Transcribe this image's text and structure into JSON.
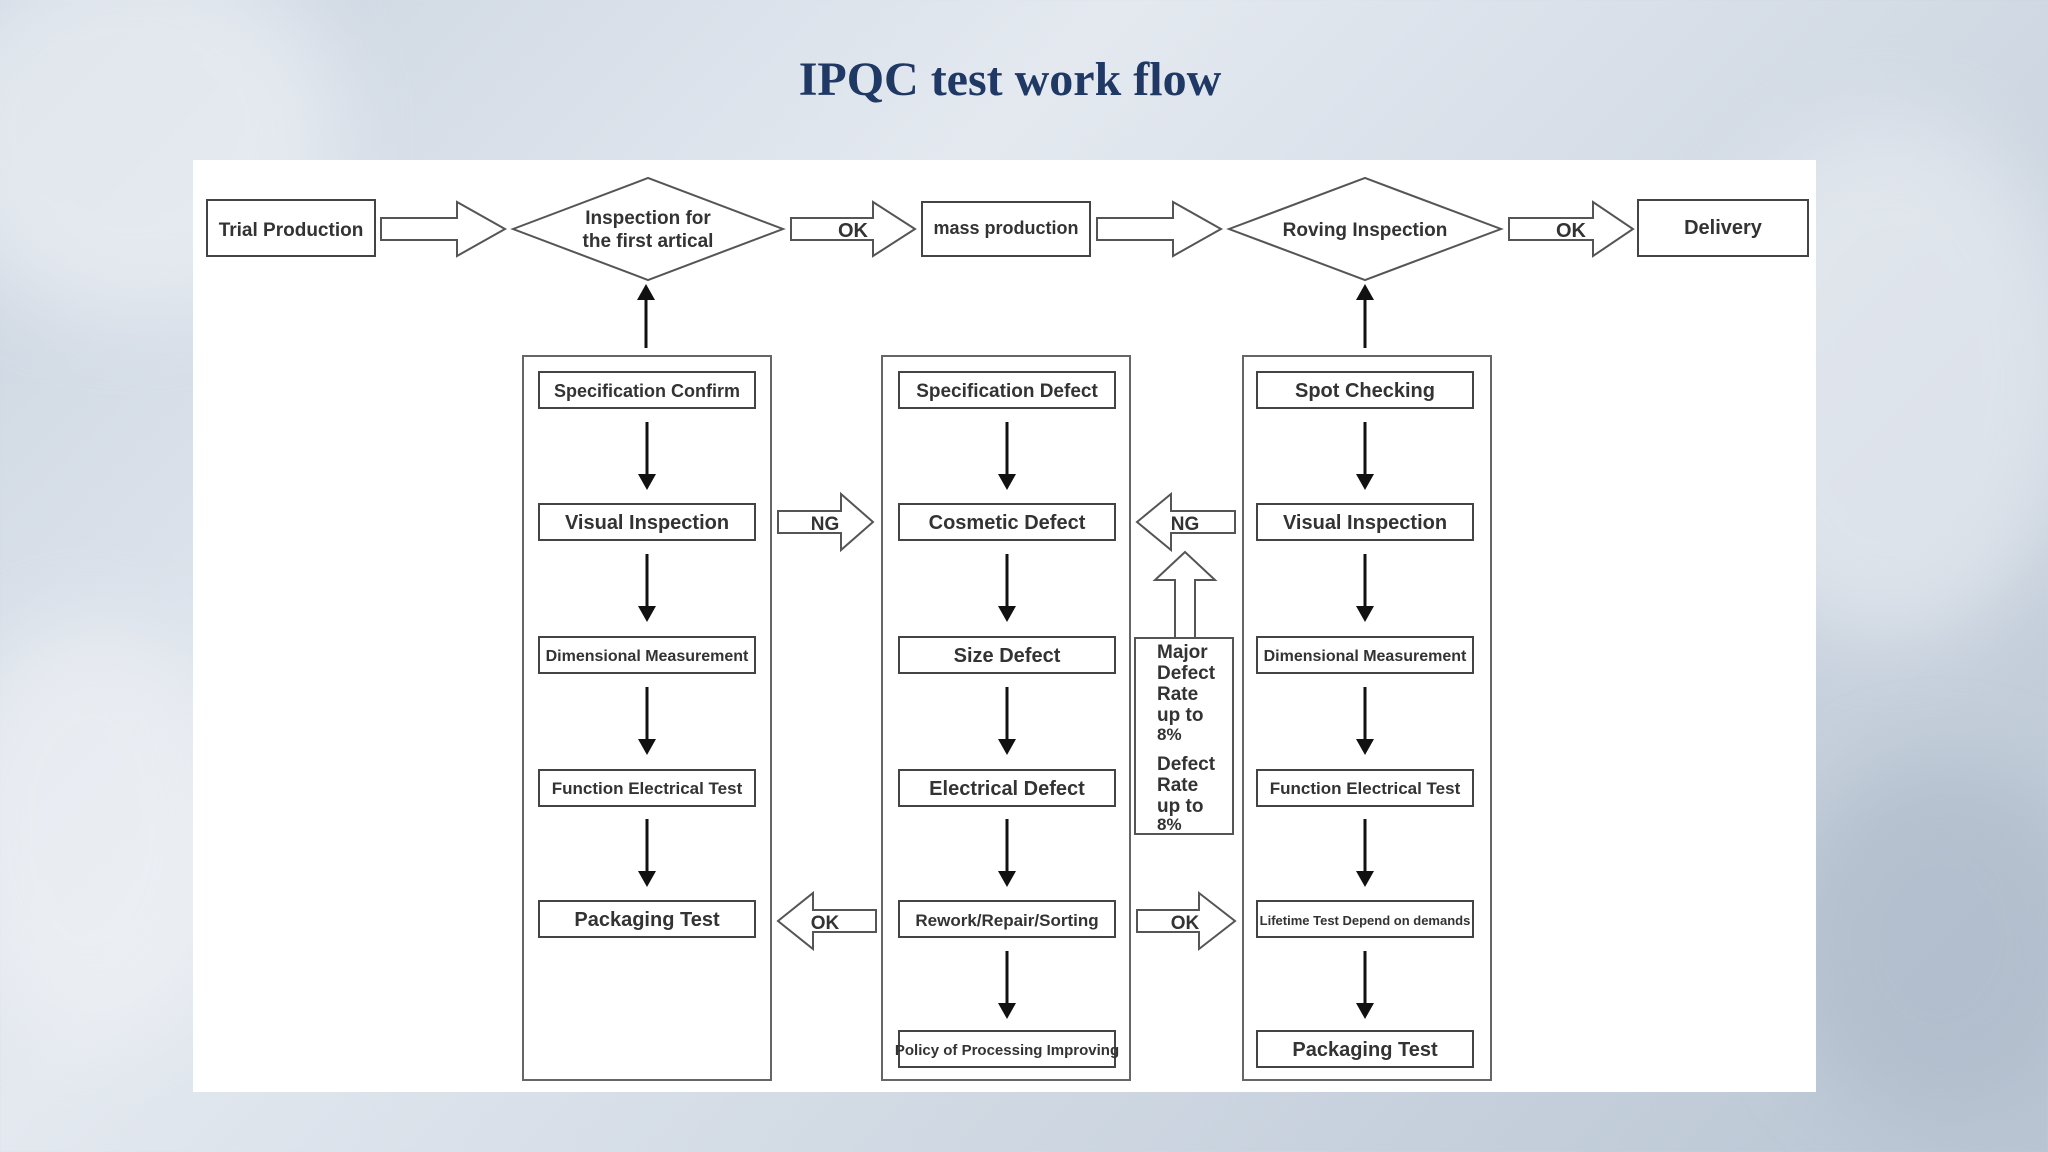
{
  "title": "IPQC test work flow",
  "top_row": {
    "trial_production": "Trial Production",
    "first_inspection": [
      "Inspection for",
      "the first artical"
    ],
    "ok_1": "OK",
    "mass_production": "mass production",
    "roving_inspection": "Roving Inspection",
    "ok_2": "OK",
    "delivery": "Delivery"
  },
  "left_column": {
    "items": [
      "Specification Confirm",
      "Visual Inspection",
      "Dimensional Measurement",
      "Function Electrical Test",
      "Packaging Test"
    ]
  },
  "middle_column": {
    "items": [
      "Specification Defect",
      "Cosmetic Defect",
      "Size Defect",
      "Electrical Defect",
      "Rework/Repair/Sorting",
      "Policy of Processing Improving"
    ]
  },
  "right_column": {
    "items": [
      "Spot Checking",
      "Visual Inspection",
      "Dimensional Measurement",
      "Function Electrical Test",
      "Lifetime Test Depend on demands",
      "Packaging Test"
    ]
  },
  "connectors": {
    "ng_left": "NG",
    "ng_right": "NG",
    "ok_back_left": "OK",
    "ok_forward_right": "OK"
  },
  "defect_rate_note": {
    "major": [
      "Major",
      "Defect",
      "Rate",
      "up to",
      "8%"
    ],
    "defect": [
      "Defect",
      "Rate",
      "up to",
      "8%"
    ]
  }
}
